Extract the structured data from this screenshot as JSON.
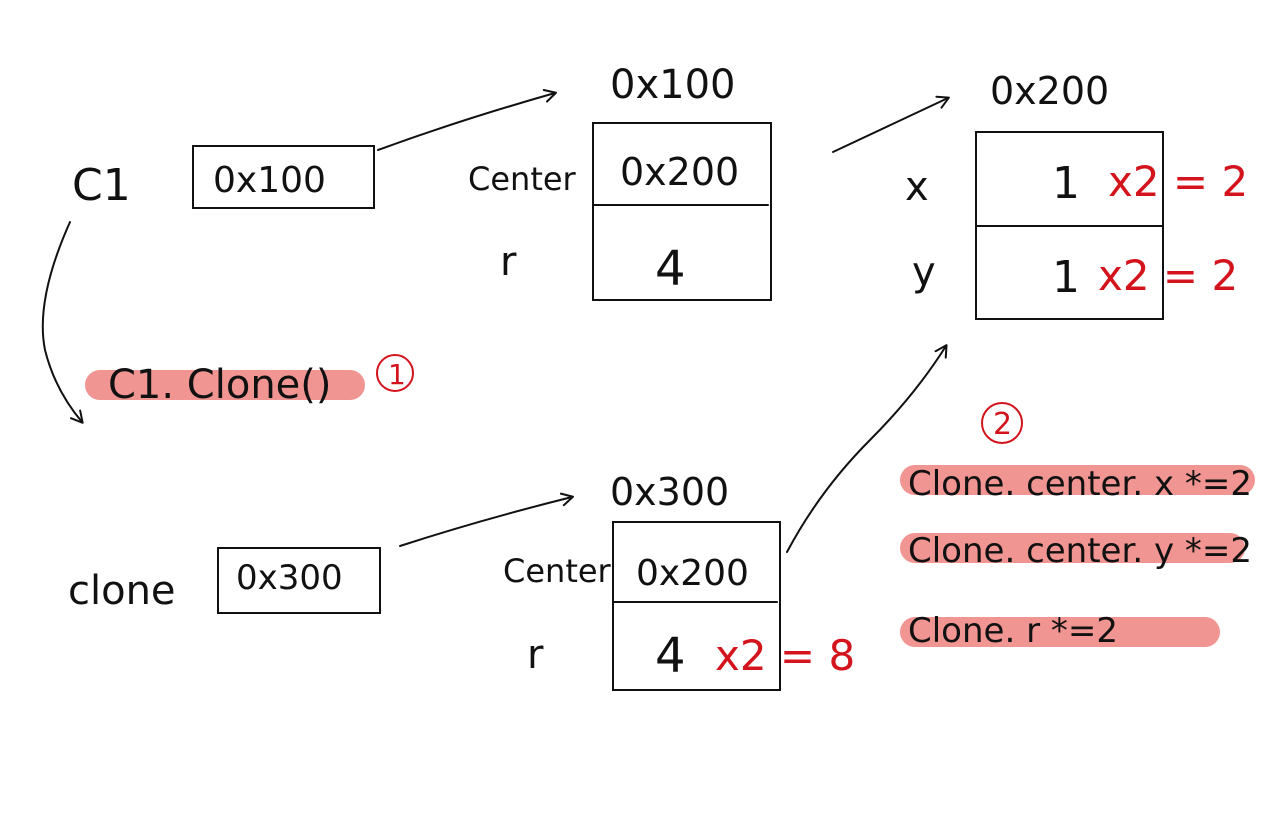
{
  "c1": {
    "name": "C1",
    "value": "0x100"
  },
  "clone_var": {
    "name": "clone",
    "value": "0x300"
  },
  "obj_100": {
    "address": "0x100",
    "field1_label": "Center",
    "field1_value": "0x200",
    "field2_label": "r",
    "field2_value": "4"
  },
  "obj_200": {
    "address": "0x200",
    "x_label": "x",
    "x_value": "1",
    "x_mult": "x2 = 2",
    "y_label": "y",
    "y_value": "1",
    "y_mult": "x2 = 2"
  },
  "obj_300": {
    "address": "0x300",
    "field1_label": "Center",
    "field1_value": "0x200",
    "field2_label": "r",
    "field2_value": "4",
    "r_mult": "x2 = 8"
  },
  "step1": {
    "code": "C1. Clone()",
    "marker": "1"
  },
  "step2": {
    "marker": "2",
    "lines": [
      "Clone. center. x *=2",
      "Clone. center. y *=2",
      "Clone. r  *=2"
    ]
  }
}
